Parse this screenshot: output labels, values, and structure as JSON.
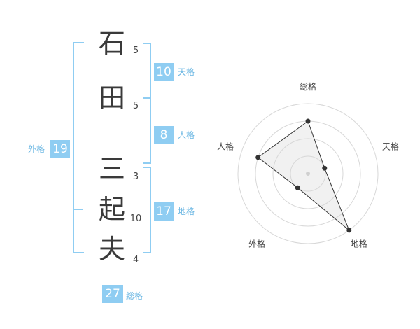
{
  "name": {
    "chars": [
      {
        "char": "石",
        "strokes": "5"
      },
      {
        "char": "田",
        "strokes": "5"
      },
      {
        "char": "三",
        "strokes": "3"
      },
      {
        "char": "起",
        "strokes": "10"
      },
      {
        "char": "夫",
        "strokes": "4"
      }
    ]
  },
  "fortune": {
    "tenkaku": {
      "value": "10",
      "label": "天格"
    },
    "jinkaku": {
      "value": "8",
      "label": "人格"
    },
    "chikaku": {
      "value": "17",
      "label": "地格"
    },
    "gaikaku": {
      "value": "19",
      "label": "外格"
    },
    "soukaku": {
      "value": "27",
      "label": "総格"
    }
  },
  "colors": {
    "accent": "#8fcdf2",
    "accent_text": "#6bb7e3"
  },
  "chart_data": {
    "type": "radar",
    "axes": [
      "総格",
      "天格",
      "地格",
      "外格",
      "人格"
    ],
    "rings": 4,
    "values": [
      3,
      1,
      4,
      1,
      3
    ],
    "max": 4
  }
}
